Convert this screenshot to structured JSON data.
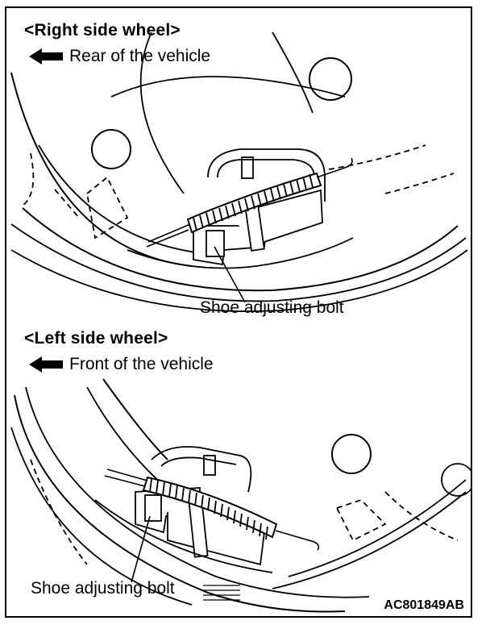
{
  "figure_code": "AC801849AB",
  "panels": [
    {
      "title": "<Right side wheel>",
      "direction_label": "Rear of the vehicle",
      "direction_icon": "left-arrow-icon",
      "callout": "Shoe adjusting bolt"
    },
    {
      "title": "<Left side wheel>",
      "direction_label": "Front of the vehicle",
      "direction_icon": "left-arrow-icon",
      "callout": "Shoe adjusting bolt"
    }
  ]
}
